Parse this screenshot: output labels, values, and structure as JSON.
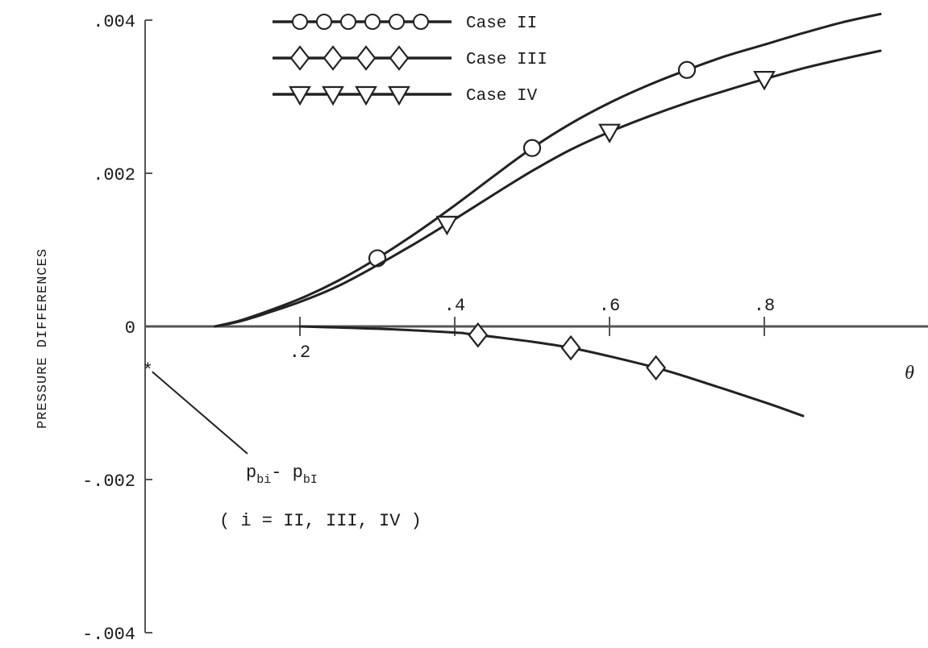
{
  "chart_data": {
    "type": "line",
    "title": "",
    "xlabel": "θ",
    "ylabel": "PRESSURE DIFFERENCES",
    "xlim": [
      0,
      0.98
    ],
    "ylim": [
      -0.004,
      0.004
    ],
    "x_ticks": [
      {
        "value": 0.2,
        "label": ".2"
      },
      {
        "value": 0.4,
        "label": ".4"
      },
      {
        "value": 0.6,
        "label": ".6"
      },
      {
        "value": 0.8,
        "label": ".8"
      }
    ],
    "y_ticks": [
      {
        "value": 0.004,
        "label": ".004"
      },
      {
        "value": 0.002,
        "label": ".002"
      },
      {
        "value": 0,
        "label": "0"
      },
      {
        "value": -0.002,
        "label": "-.002"
      },
      {
        "value": -0.004,
        "label": "-.004"
      }
    ],
    "grid": false,
    "legend": "top-center",
    "series": [
      {
        "name": "Case  II",
        "marker": "circle",
        "x": [
          0.09,
          0.12,
          0.15,
          0.2,
          0.25,
          0.3,
          0.35,
          0.4,
          0.45,
          0.5,
          0.55,
          0.6,
          0.65,
          0.7,
          0.75,
          0.8,
          0.85,
          0.9,
          0.95
        ],
        "y": [
          0,
          7e-05,
          0.00017,
          0.00036,
          0.0006,
          0.00089,
          0.00122,
          0.00158,
          0.00196,
          0.00233,
          0.00265,
          0.00292,
          0.00315,
          0.00335,
          0.00353,
          0.00368,
          0.00383,
          0.00397,
          0.00408
        ],
        "markers_x": [
          0.3,
          0.5,
          0.7
        ]
      },
      {
        "name": "Case  III",
        "marker": "diamond",
        "x": [
          0.2,
          0.3,
          0.4,
          0.42,
          0.5,
          0.55,
          0.6,
          0.66,
          0.7,
          0.8,
          0.85
        ],
        "y": [
          0,
          -3e-05,
          -8e-05,
          -0.0001,
          -0.0002,
          -0.00028,
          -0.00039,
          -0.00054,
          -0.00066,
          -0.00099,
          -0.00117
        ],
        "markers_x": [
          0.43,
          0.55,
          0.66
        ]
      },
      {
        "name": "Case  IV",
        "marker": "triangle-down",
        "x": [
          0.09,
          0.12,
          0.15,
          0.2,
          0.25,
          0.3,
          0.35,
          0.4,
          0.45,
          0.5,
          0.55,
          0.6,
          0.65,
          0.7,
          0.75,
          0.8,
          0.85,
          0.9,
          0.95
        ],
        "y": [
          0,
          6e-05,
          0.00015,
          0.00032,
          0.00053,
          0.0008,
          0.00109,
          0.0014,
          0.00172,
          0.00203,
          0.00231,
          0.00254,
          0.00274,
          0.00292,
          0.00308,
          0.00323,
          0.00337,
          0.00349,
          0.0036
        ],
        "markers_x": [
          0.39,
          0.6,
          0.8
        ]
      }
    ],
    "annotation": {
      "main": "p",
      "sub1": "bi",
      "minus": "- p",
      "sub2": "bI",
      "text": "( i = II, III, IV )",
      "point": {
        "x": 0.005,
        "y": -0.00055
      }
    }
  }
}
